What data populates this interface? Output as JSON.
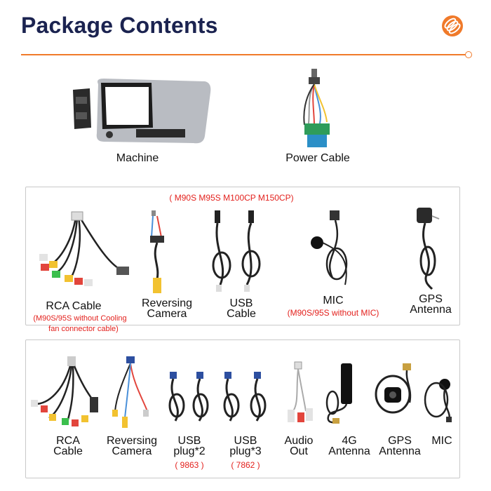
{
  "header": {
    "title": "Package Contents",
    "accent": "#f07a2a",
    "title_color": "#1b2350"
  },
  "top": {
    "machine": "Machine",
    "power": "Power Cable"
  },
  "box1": {
    "models": "( M90S M95S M100CP M150CP)",
    "rca": "RCA Cable",
    "rca_note1": "(M90S/95S without Cooling",
    "rca_note2": "fan connector cable)",
    "reversing1": "Reversing",
    "reversing2": "Camera",
    "usb1": "USB",
    "usb2": "Cable",
    "mic": "MIC",
    "mic_note": "(M90S/95S without MIC)",
    "gps1": "GPS",
    "gps2": "Antenna"
  },
  "box2": {
    "rca1": "RCA",
    "rca2": "Cable",
    "rev1": "Reversing",
    "rev2": "Camera",
    "usb2_1": "USB",
    "usb2_2": "plug*2",
    "usb2_note": "( 9863 )",
    "usb3_1": "USB",
    "usb3_2": "plug*3",
    "usb3_note": "( 7862 )",
    "audio1": "Audio",
    "audio2": "Out",
    "g4_1": "4G",
    "g4_2": "Antenna",
    "gps1": "GPS",
    "gps2": "Antenna",
    "mic": "MIC"
  }
}
